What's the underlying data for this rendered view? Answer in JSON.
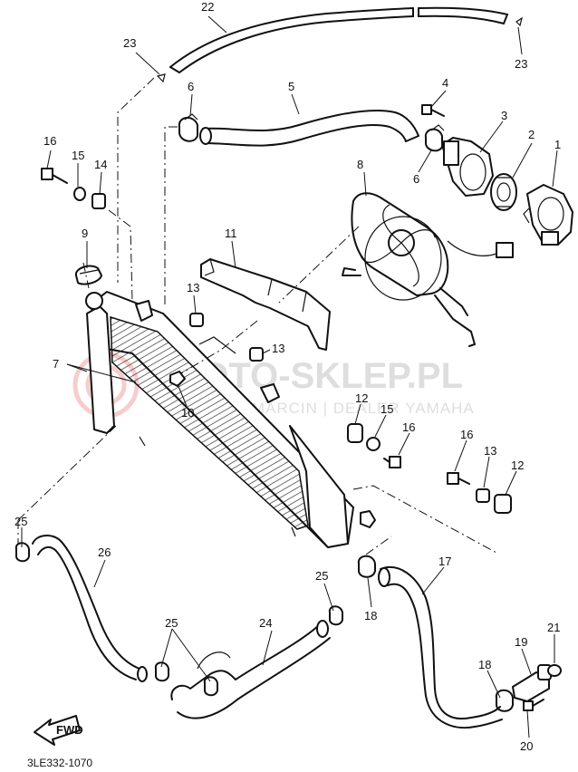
{
  "diagram": {
    "part_code": "3LE332-1070",
    "fwd_label": "FWD",
    "callouts": [
      "22",
      "23",
      "23",
      "6",
      "5",
      "4",
      "3",
      "2",
      "1",
      "16",
      "15",
      "14",
      "8",
      "9",
      "11",
      "13",
      "13",
      "7",
      "10",
      "12",
      "15",
      "16",
      "16",
      "13",
      "12",
      "25",
      "26",
      "25",
      "25",
      "24",
      "18",
      "17",
      "21",
      "19",
      "18",
      "20",
      "6"
    ]
  },
  "watermark": {
    "brand": "MOTO-SKLEP.PL",
    "subline": "WOJCIK MARCIN | DEALER YAMAHA"
  }
}
